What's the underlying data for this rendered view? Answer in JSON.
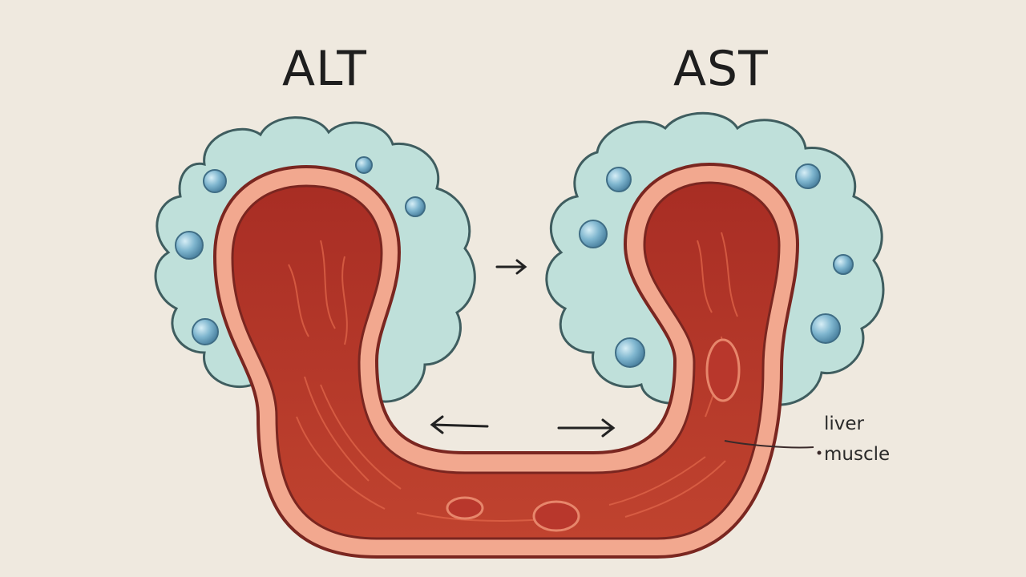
{
  "diagram": {
    "left_enzyme": "ALT",
    "right_enzyme": "AST",
    "labels": {
      "liver": "liver",
      "muscle": "muscle"
    }
  },
  "colors": {
    "background": "#efe9df",
    "cell_fill": "#bfe0da",
    "cell_outline": "#3f5d5f",
    "vesicle": "#6fa9c4",
    "vessel_wall": "#f2a88f",
    "vessel_outline": "#8a2a22",
    "vessel_interior": "#b8372c"
  },
  "icons": [
    "arrow-right-icon",
    "arrow-left-icon",
    "arrow-right-icon",
    "cell-icon",
    "vessel-icon"
  ]
}
